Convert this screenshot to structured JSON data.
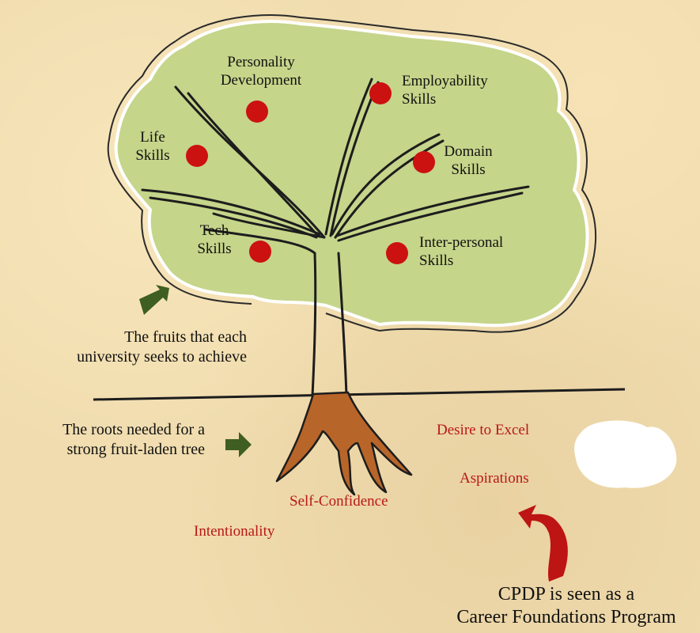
{
  "fruits": [
    {
      "line1": "Personality",
      "line2": "Development"
    },
    {
      "line1": "Employability",
      "line2": "Skills"
    },
    {
      "line1": "Life",
      "line2": "Skills"
    },
    {
      "line1": "Domain",
      "line2": "Skills"
    },
    {
      "line1": "Tech",
      "line2": "Skills"
    },
    {
      "line1": "Inter-personal",
      "line2": "Skills"
    }
  ],
  "captions": {
    "fruits_line1": "The fruits that each",
    "fruits_line2": "university seeks to achieve",
    "roots_line1": "The roots needed for a",
    "roots_line2": "strong fruit-laden tree"
  },
  "roots": {
    "desire": "Desire to Excel",
    "aspirations": "Aspirations",
    "self_confidence": "Self-Confidence",
    "intentionality": "Intentionality"
  },
  "cpdp": {
    "line1": "CPDP is seen as a",
    "line2": "Career Foundations Program"
  },
  "colors": {
    "canopy": "#c5d58a",
    "fruit": "#cc1111",
    "root": "#b8652a",
    "arrow_green": "#3f5e22",
    "arrow_red": "#bd1414",
    "root_text": "#b81818"
  }
}
